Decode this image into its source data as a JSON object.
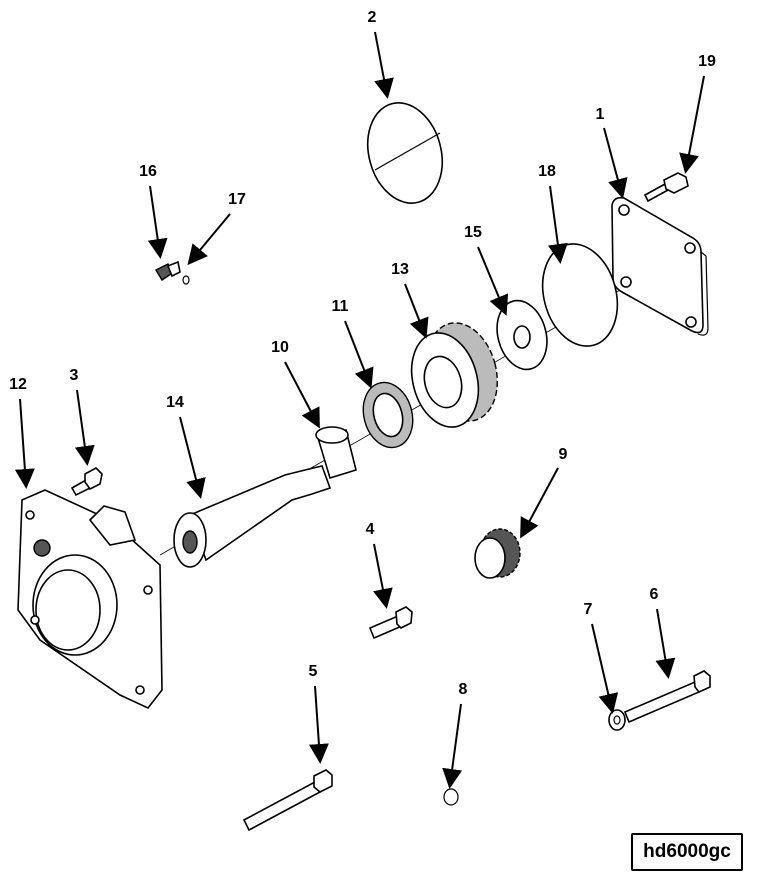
{
  "figure_id": "hd6000gc",
  "callouts": [
    {
      "number": "1"
    },
    {
      "number": "2"
    },
    {
      "number": "3"
    },
    {
      "number": "4"
    },
    {
      "number": "5"
    },
    {
      "number": "6"
    },
    {
      "number": "7"
    },
    {
      "number": "8"
    },
    {
      "number": "9"
    },
    {
      "number": "10"
    },
    {
      "number": "11"
    },
    {
      "number": "12"
    },
    {
      "number": "13"
    },
    {
      "number": "14"
    },
    {
      "number": "15"
    },
    {
      "number": "16"
    },
    {
      "number": "17"
    },
    {
      "number": "18"
    },
    {
      "number": "19"
    }
  ]
}
